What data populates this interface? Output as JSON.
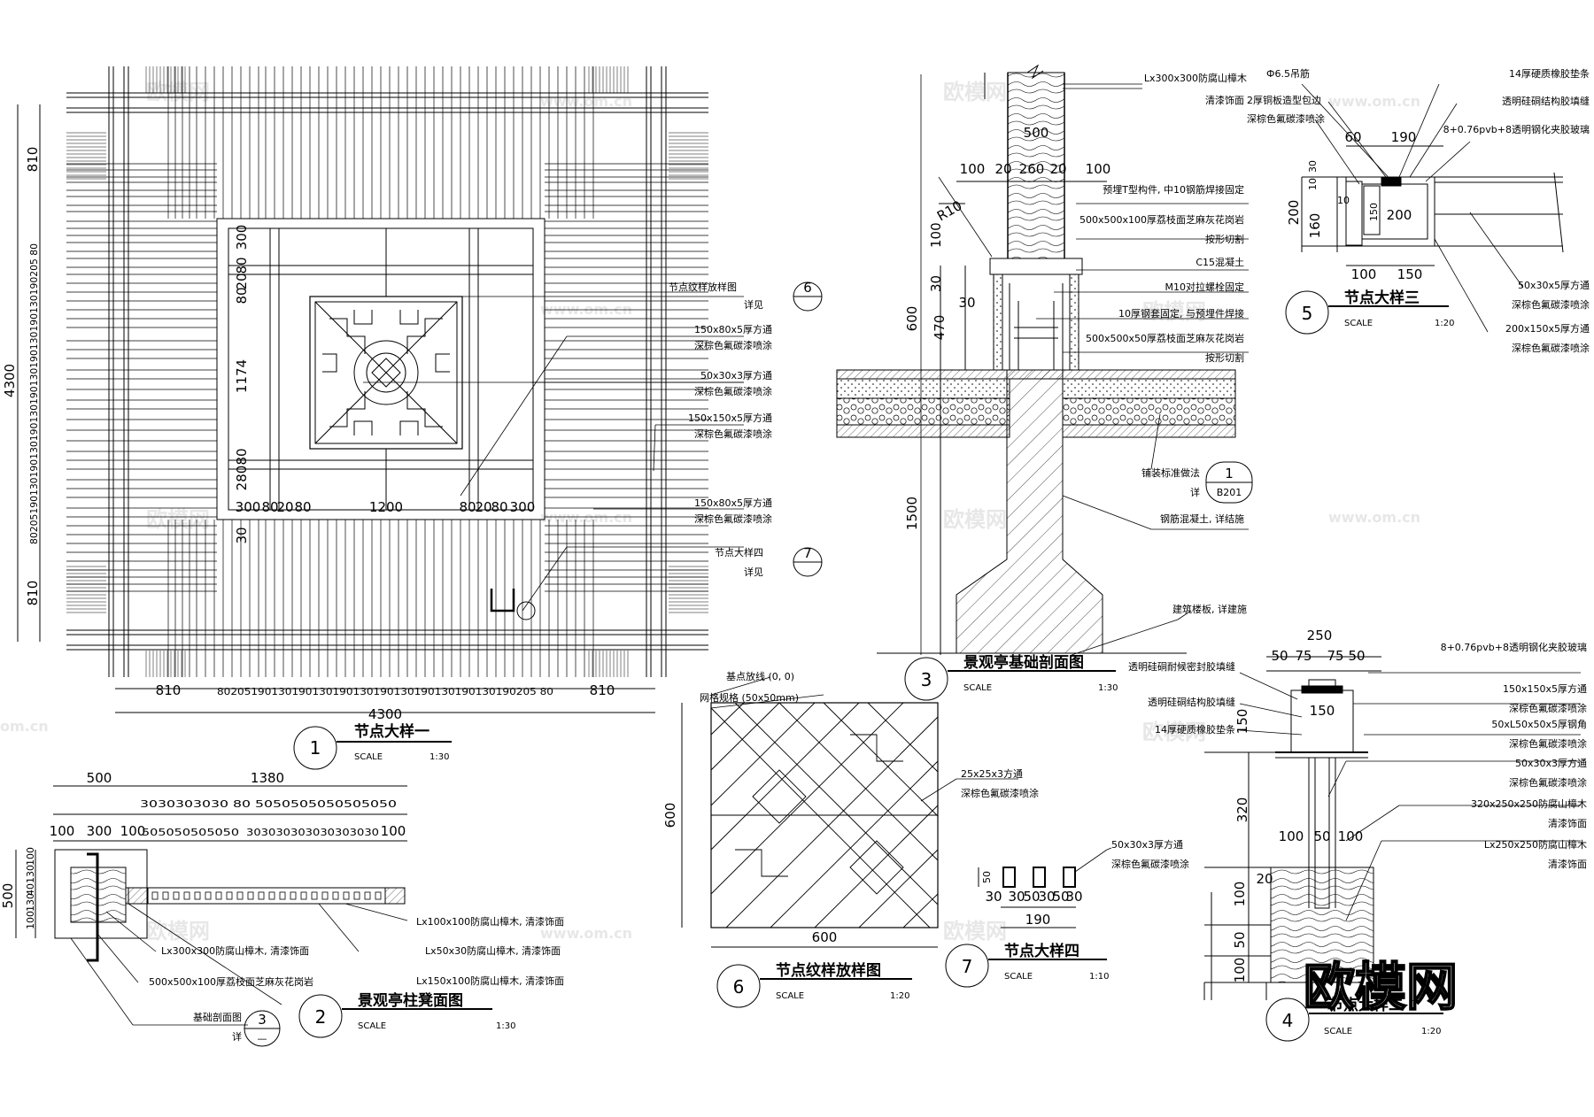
{
  "watermark": {
    "text": "欧模网",
    "url": "www.om.cn",
    "url2": "om.cn",
    "brand": "欧模网"
  },
  "detail1": {
    "title": "节点大样一",
    "num": "1",
    "scale_label": "SCALE",
    "scale": "1:30",
    "dim_total": "4300",
    "dim_side": "810",
    "dim_row": "80205190130190130190130190130190130190130190205 80",
    "dim_left_col": "80205190130190130190130190130190130190130190205 80",
    "dim_inner": [
      "300",
      "80",
      "20",
      "80",
      "1200",
      "80",
      "20",
      "80",
      "300"
    ],
    "dim_vert": [
      "300",
      "80",
      "20",
      "80",
      "1174",
      "80",
      "280",
      "30"
    ],
    "callouts": [
      {
        "line1": "节点纹样放样图",
        "line2": "详见",
        "ref": "6"
      },
      {
        "line1": "150x80x5厚方通",
        "line2": "深棕色氟碳漆喷涂"
      },
      {
        "line1": "50x30x3厚方通",
        "line2": "深棕色氟碳漆喷涂"
      },
      {
        "line1": "150x150x5厚方通",
        "line2": "深棕色氟碳漆喷涂"
      },
      {
        "line1": "150x80x5厚方通",
        "line2": "深棕色氟碳漆喷涂"
      },
      {
        "line1": "节点大样四",
        "line2": "详见",
        "ref": "7"
      }
    ]
  },
  "detail2": {
    "title": "景观亭柱凳面图",
    "num": "2",
    "scale_label": "SCALE",
    "scale": "1:30",
    "dim_top": [
      "500",
      "1380"
    ],
    "dim_mid": "3030303030 80 5050505050505050",
    "dim_row": [
      "100",
      "300",
      "100",
      "505050505050",
      "303030303030303030",
      "100"
    ],
    "dim_v": [
      "500",
      "100",
      "130",
      "40",
      "130",
      "100"
    ],
    "callouts": [
      "Lx100x100防腐山樟木, 清漆饰面",
      "Lx50x30防腐山樟木, 清漆饰面",
      "Lx150x100防腐山樟木, 清漆饰面",
      "Lx300x300防腐山樟木, 清漆饰面",
      "500x500x100厚荔枝面芝麻灰花岗岩"
    ],
    "ref_label": "基础剖面图",
    "ref_pre": "详",
    "ref_num": "3",
    "ref_sheet": "—"
  },
  "detail3": {
    "title": "景观亭基础剖面图",
    "num": "3",
    "scale_label": "SCALE",
    "scale": "1:30",
    "dims": [
      "500",
      "100",
      "20",
      "260",
      "20",
      "100",
      "R10",
      "100",
      "30",
      "30",
      "600",
      "470",
      "1500"
    ],
    "callouts": [
      "Lx300x300防腐山樟木",
      "清漆饰面",
      "预埋T型构件, 中10钢筋焊接固定",
      "500x500x100厚荔枝面芝麻灰花岗岩",
      "按形切割",
      "C15混凝土",
      "M10对拉螺栓固定",
      "10厚钢套固定, 与预埋件焊接",
      "500x500x50厚荔枝面芝麻灰花岗岩",
      "按形切割",
      "铺装标准做法",
      "钢筋混凝土, 详结施",
      "建筑楼板, 详建施"
    ],
    "ref_num": "1",
    "ref_pre": "详",
    "ref_sheet": "B201"
  },
  "detail4": {
    "title": "节点大样二",
    "num": "4",
    "scale_label": "SCALE",
    "scale": "1:20",
    "dims": [
      "250",
      "50",
      "75",
      "75",
      "50",
      "150",
      "150",
      "320",
      "100",
      "50",
      "100",
      "20",
      "100",
      "50",
      "100"
    ],
    "callouts": [
      "8+0.76pvb+8透明钢化夹胶玻璃",
      "150x150x5厚方通",
      "深棕色氟碳漆喷涂",
      "50xL50x50x5厚钢角",
      "深棕色氟碳漆喷涂",
      "50x30x3厚方通",
      "深棕色氟碳漆喷涂",
      "320x250x250防腐山樟木",
      "清漆饰面",
      "Lx250x250防腐山樟木",
      "清漆饰面",
      "透明硅硐耐候密封胶填缝",
      "透明硅硐结构胶填缝",
      "14厚硬质橡胶垫条"
    ]
  },
  "detail5": {
    "title": "节点大样三",
    "num": "5",
    "scale_label": "SCALE",
    "scale": "1:20",
    "dims": [
      "60",
      "190",
      "30",
      "10",
      "200",
      "160",
      "10",
      "150",
      "200",
      "100",
      "150"
    ],
    "callouts": [
      "Ф6.5吊筋",
      "2厚铜板造型包边",
      "深棕色氟碳漆喷涂",
      "14厚硬质橡胶垫条",
      "透明硅硐结构胶填缝",
      "8+0.76pvb+8透明钢化夹胶玻璃",
      "50x30x5厚方通",
      "深棕色氟碳漆喷涂",
      "200x150x5厚方通",
      "深棕色氟碳漆喷涂"
    ]
  },
  "detail6": {
    "title": "节点纹样放样图",
    "num": "6",
    "scale_label": "SCALE",
    "scale": "1:20",
    "label_base": "基点放线 (0, 0)",
    "label_grid": "网格规格 (50x50mm)",
    "dim_h": "600",
    "dim_v": "600",
    "callout1": "25x25x3方通",
    "callout2": "深棕色氟碳漆喷涂"
  },
  "detail7": {
    "title": "节点大样四",
    "num": "7",
    "scale_label": "SCALE",
    "scale": "1:10",
    "callout1": "50x30x3厚方通",
    "callout2": "深棕色氟碳漆喷涂",
    "dims": [
      "50",
      "30",
      "30",
      "50",
      "30",
      "50",
      "30",
      "190"
    ]
  }
}
